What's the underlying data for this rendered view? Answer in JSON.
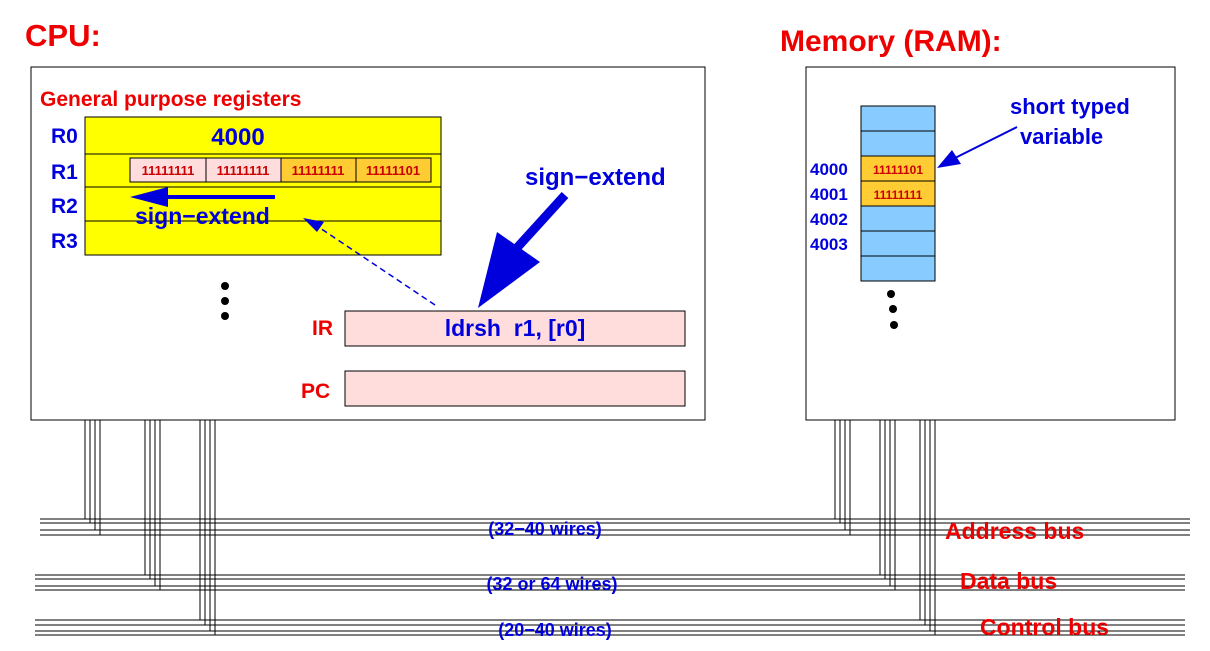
{
  "cpu": {
    "title": "CPU:",
    "registers_title": "General purpose registers",
    "registers": [
      {
        "name": "R0",
        "value": "4000"
      },
      {
        "name": "R1",
        "bytes": [
          "11111111",
          "11111111",
          "11111111",
          "11111101"
        ]
      },
      {
        "name": "R2"
      },
      {
        "name": "R3"
      }
    ],
    "sign_extend_inner": "sign−extend",
    "sign_extend_outer": "sign−extend",
    "ir_label": "IR",
    "ir_value": "ldrsh  r1, [r0]",
    "pc_label": "PC"
  },
  "memory": {
    "title": "Memory (RAM):",
    "annotation_line1": "short typed",
    "annotation_line2": "variable",
    "addresses": [
      "4000",
      "4001",
      "4002",
      "4003"
    ],
    "values": [
      "11111101",
      "11111111"
    ]
  },
  "buses": [
    {
      "name": "Address bus",
      "wires": "(32−40 wires)"
    },
    {
      "name": "Data bus",
      "wires": "(32 or 64 wires)"
    },
    {
      "name": "Control bus",
      "wires": "(20−40 wires)"
    }
  ],
  "colors": {
    "label_red": "#ee0000",
    "text_blue": "#0000dd",
    "register_yellow": "#ffff00",
    "memory_blue": "#88ccff",
    "memory_highlight": "#ffcc33",
    "ir_pink": "#ffdddd"
  }
}
